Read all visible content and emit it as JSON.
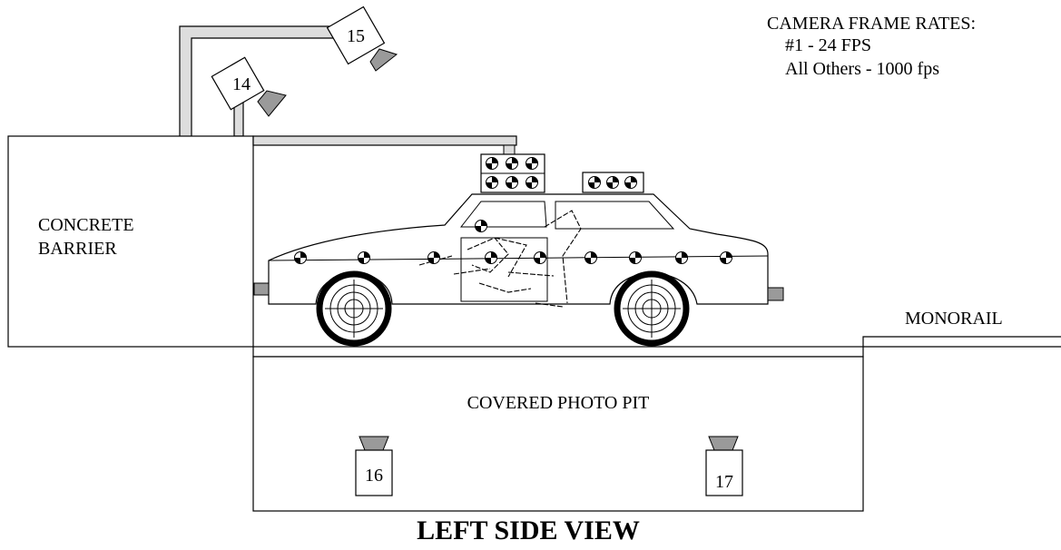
{
  "notes": {
    "frame_rates_title": "CAMERA FRAME RATES:",
    "frame_rate_line_1": "#1 - 24 FPS",
    "frame_rate_line_2": "All Others - 1000 fps"
  },
  "labels": {
    "barrier_line_1": "CONCRETE",
    "barrier_line_2": "BARRIER",
    "monorail": "MONORAIL",
    "photo_pit": "COVERED PHOTO PIT",
    "view_title": "LEFT SIDE VIEW"
  },
  "cameras": {
    "cam_14": "14",
    "cam_15": "15",
    "cam_16": "16",
    "cam_17": "17"
  },
  "colors": {
    "line": "#000000",
    "fill_light": "#dddddd",
    "fill_dark": "#9a9a9a",
    "background": "#ffffff"
  }
}
